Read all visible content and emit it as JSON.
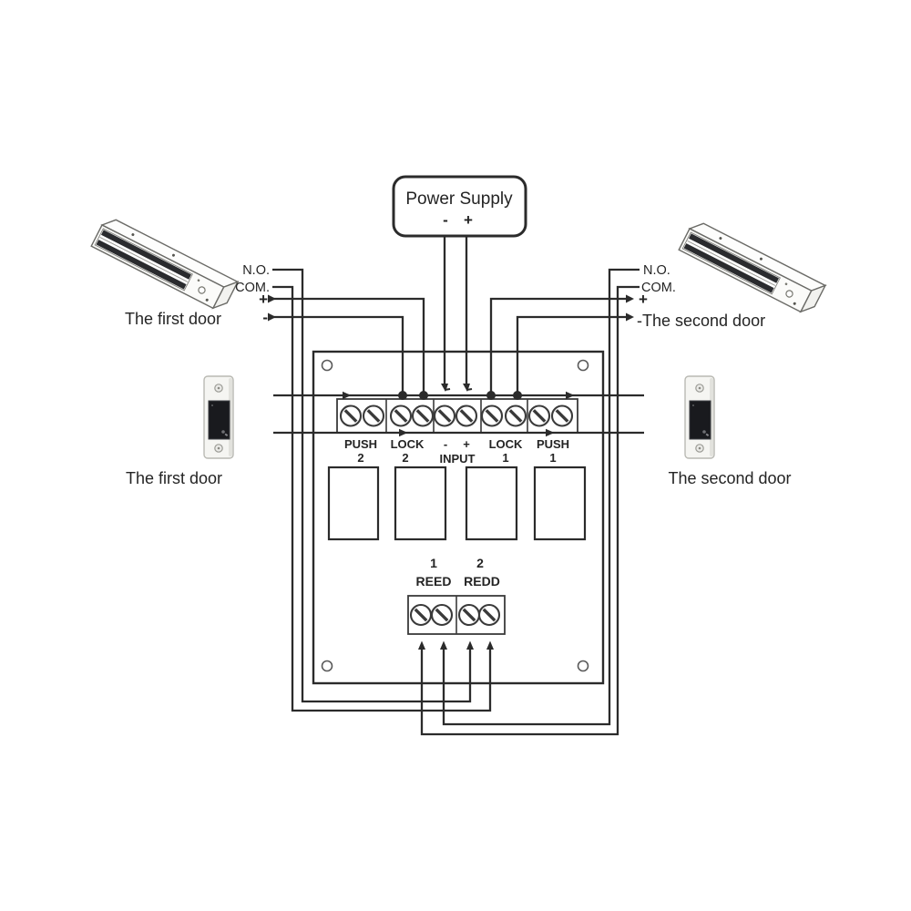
{
  "ink_color": "#2b2b2b",
  "power_supply": {
    "label": "Power Supply",
    "minus": "-",
    "plus": "+"
  },
  "left": {
    "no": "N.O.",
    "com": "COM.",
    "plus": "+",
    "minus": "-",
    "lock_door_label": "The first door",
    "switch_door_label": "The first door"
  },
  "right": {
    "no": "N.O.",
    "com": "COM.",
    "plus": "+",
    "minus_door_label": "-The second  door",
    "switch_door_label": "The second  door"
  },
  "board": {
    "terminals": {
      "push2_top": "PUSH",
      "push2_num": "2",
      "lock2_top": "LOCK",
      "lock2_num": "2",
      "input_minus": "-",
      "input_plus": "+",
      "input_label": "INPUT",
      "lock1_top": "LOCK",
      "lock1_num": "1",
      "push1_top": "PUSH",
      "push1_num": "1"
    },
    "reed": {
      "num1": "1",
      "num2": "2",
      "label1": "REED",
      "label2": "REDD"
    }
  }
}
